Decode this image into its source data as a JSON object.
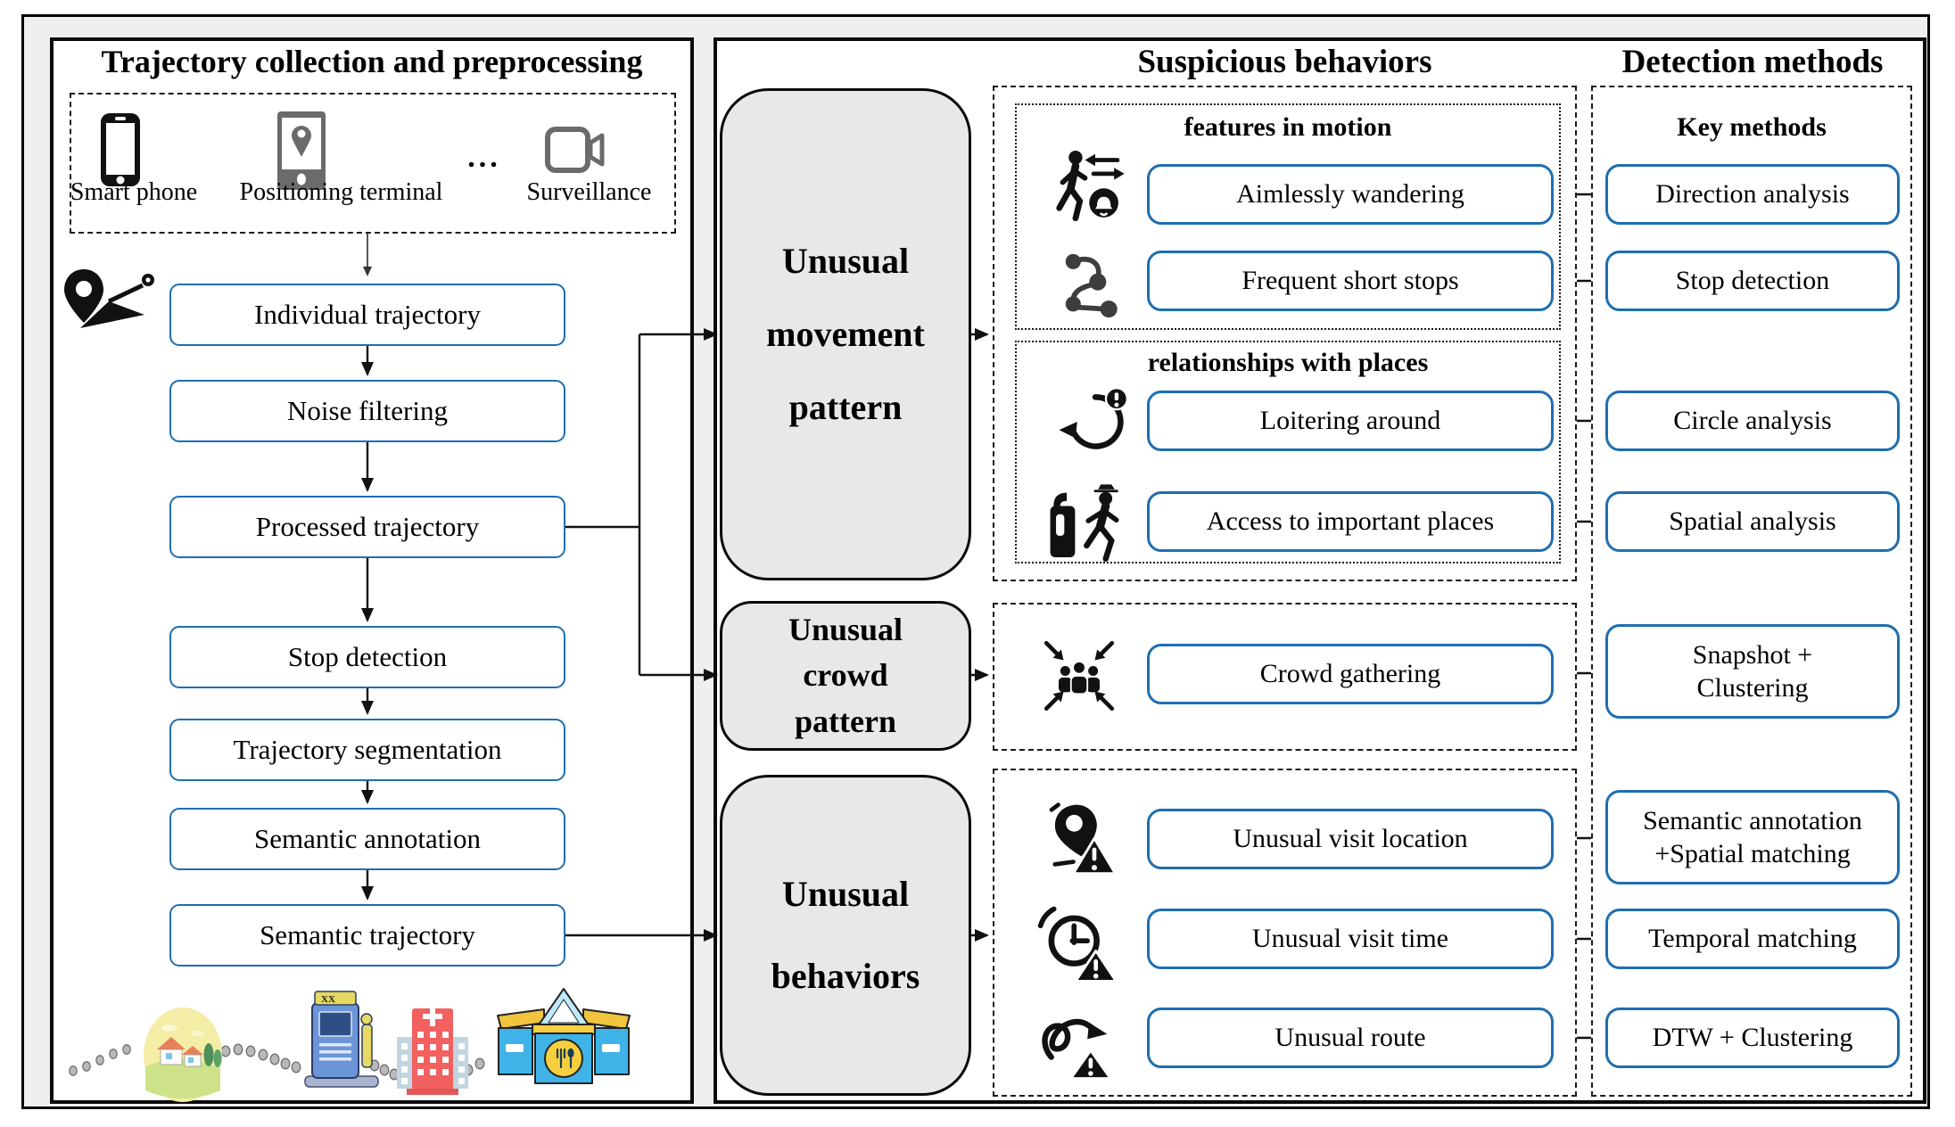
{
  "colors": {
    "accent_blue": "#1f6eb0",
    "pattern_box_gray": "#e8e8e8",
    "line_black": "#111111",
    "device_icon_gray": "#6b6b6b"
  },
  "left_panel": {
    "title": "Trajectory collection and preprocessing",
    "devices": {
      "smart_phone": "Smart phone",
      "positioning_terminal": "Positioning terminal",
      "ellipsis": "...",
      "surveillance": "Surveillance"
    },
    "flow_steps": [
      "Individual trajectory",
      "Noise filtering",
      "Processed trajectory",
      "Stop detection",
      "Trajectory segmentation",
      "Semantic annotation",
      "Semantic trajectory"
    ],
    "footer": {
      "gas_label": "XX",
      "icons": [
        "countryside-icon",
        "gas-station-icon",
        "hospital-icon",
        "market-icon"
      ]
    }
  },
  "pattern_boxes": [
    "Unusual\nmovement\npattern",
    "Unusual\ncrowd\npattern",
    "Unusual\nbehaviors"
  ],
  "suspicious_panel": {
    "title": "Suspicious behaviors",
    "features_group": {
      "heading": "features in motion",
      "items": [
        "Aimlessly wandering",
        "Frequent short stops"
      ],
      "icons": [
        "wandering-person-icon",
        "dotted-route-icon"
      ]
    },
    "places_group": {
      "heading": "relationships with places",
      "items": [
        "Loitering around",
        "Access to important places"
      ],
      "icons": [
        "loitering-loop-icon",
        "gate-access-icon"
      ]
    },
    "crowd_group": {
      "items": [
        "Crowd gathering"
      ],
      "icons": [
        "crowd-gathering-icon"
      ]
    },
    "behaviors_group": {
      "items": [
        "Unusual visit location",
        "Unusual visit time",
        "Unusual route"
      ],
      "icons": [
        "location-warning-icon",
        "clock-warning-icon",
        "route-warning-icon"
      ]
    }
  },
  "detection_panel": {
    "title": "Detection methods",
    "heading": "Key methods",
    "methods": [
      "Direction analysis",
      "Stop detection",
      "Circle analysis",
      "Spatial analysis",
      "Snapshot +\nClustering",
      "Semantic annotation\n+Spatial matching",
      "Temporal matching",
      "DTW + Clustering"
    ]
  }
}
